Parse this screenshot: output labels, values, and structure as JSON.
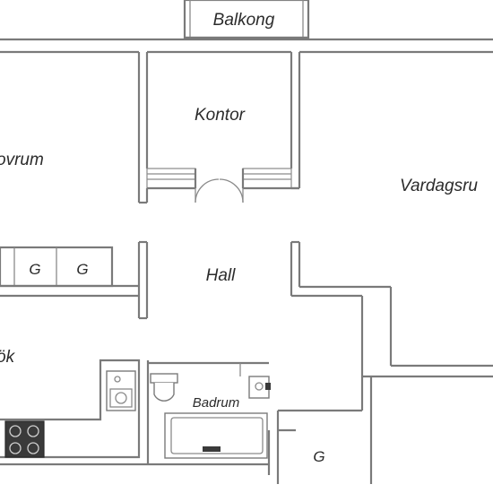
{
  "rooms": {
    "balkong": "Balkong",
    "kontor": "Kontor",
    "sovrum": "ovrum",
    "vardagsrum": "Vardagsru",
    "hall": "Hall",
    "kok": "ök",
    "badrum": "Badrum"
  },
  "closets": {
    "g1": "G",
    "g2": "G",
    "g3": "G"
  }
}
